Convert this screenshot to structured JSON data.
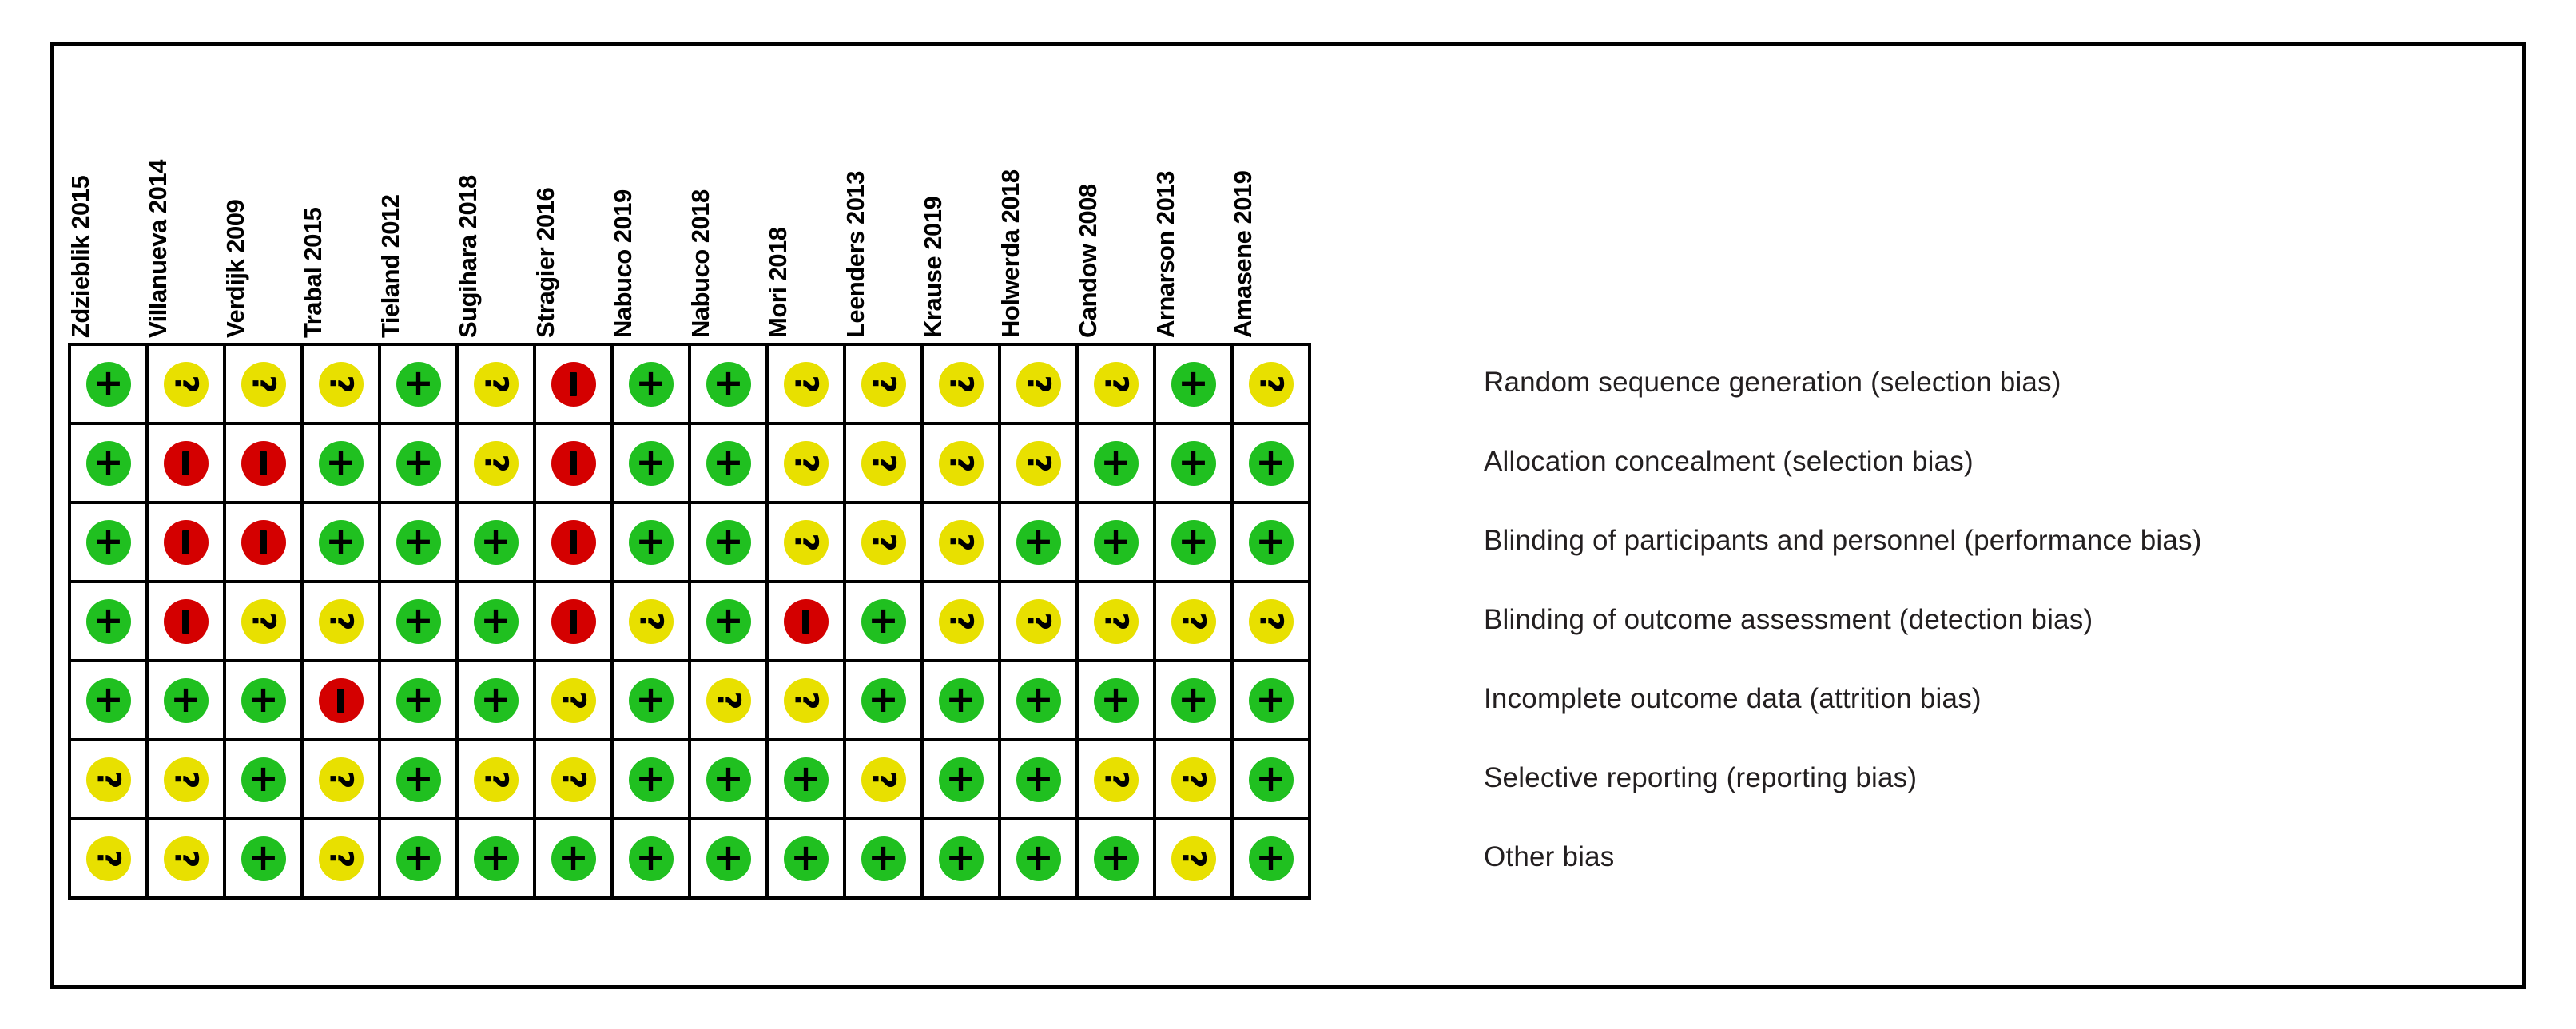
{
  "chart_data": {
    "type": "heatmap",
    "title": "",
    "xlabel": "",
    "ylabel": "",
    "legend_position": "none",
    "grid": true,
    "categories": [
      "Zdzieblik 2015",
      "Villanueva 2014",
      "Verdijk 2009",
      "Trabal 2015",
      "Tieland 2012",
      "Sugihara 2018",
      "Stragier 2016",
      "Nabuco 2019",
      "Nabuco 2018",
      "Mori 2018",
      "Leenders 2013",
      "Krause 2019",
      "Holwerda 2018",
      "Candow 2008",
      "Arnarson 2013",
      "Amasene 2019"
    ],
    "rows": [
      "Random sequence generation (selection bias)",
      "Allocation concealment (selection bias)",
      "Blinding of participants and personnel (performance bias)",
      "Blinding of outcome assessment (detection bias)",
      "Incomplete outcome data (attrition bias)",
      "Selective reporting (reporting bias)",
      "Other bias"
    ],
    "value_codes": {
      "low": "+",
      "unclear": "?",
      "high": "-"
    },
    "value_meanings": {
      "low": "Low risk of bias",
      "unclear": "Unclear risk of bias",
      "high": "High risk of bias"
    },
    "colors": {
      "low": "#20c020",
      "unclear": "#e8e000",
      "high": "#d40000",
      "grid_line": "#000000",
      "text": "#231f20",
      "background": "#ffffff"
    },
    "values": [
      [
        "low",
        "unclear",
        "unclear",
        "unclear",
        "low",
        "unclear",
        "high",
        "low",
        "low",
        "unclear",
        "unclear",
        "unclear",
        "unclear",
        "unclear",
        "low",
        "unclear"
      ],
      [
        "low",
        "high",
        "high",
        "low",
        "low",
        "unclear",
        "high",
        "low",
        "low",
        "unclear",
        "unclear",
        "unclear",
        "unclear",
        "low",
        "low",
        "low"
      ],
      [
        "low",
        "high",
        "high",
        "low",
        "low",
        "low",
        "high",
        "low",
        "low",
        "unclear",
        "unclear",
        "unclear",
        "low",
        "low",
        "low",
        "low"
      ],
      [
        "low",
        "high",
        "unclear",
        "unclear",
        "low",
        "low",
        "high",
        "unclear",
        "low",
        "high",
        "low",
        "unclear",
        "unclear",
        "unclear",
        "unclear",
        "unclear"
      ],
      [
        "low",
        "low",
        "low",
        "high",
        "low",
        "low",
        "unclear",
        "low",
        "unclear",
        "unclear",
        "low",
        "low",
        "low",
        "low",
        "low",
        "low"
      ],
      [
        "unclear",
        "unclear",
        "low",
        "unclear",
        "low",
        "unclear",
        "unclear",
        "low",
        "low",
        "low",
        "unclear",
        "low",
        "low",
        "unclear",
        "unclear",
        "low"
      ],
      [
        "unclear",
        "unclear",
        "low",
        "unclear",
        "low",
        "low",
        "low",
        "low",
        "low",
        "low",
        "low",
        "low",
        "low",
        "low",
        "unclear",
        "low"
      ]
    ]
  }
}
